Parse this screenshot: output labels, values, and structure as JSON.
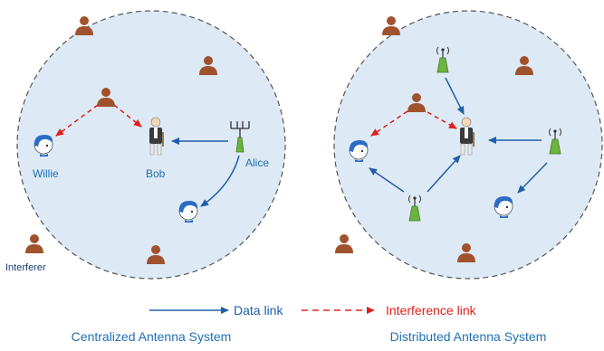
{
  "left_panel": {
    "caption": "Centralized Antenna System",
    "labels": {
      "willie": "Willie",
      "bob": "Bob",
      "alice": "Alice",
      "interferer": "Interferer"
    }
  },
  "right_panel": {
    "caption": "Distributed Antenna System"
  },
  "legend": {
    "data_link": "Data link",
    "interference_link": "Interference link"
  },
  "colors": {
    "circle_fill": "#dde9f4",
    "data_link": "#1f5ea8",
    "interference_link": "#e0201b",
    "person": "#a0522d",
    "antenna": "#6db33f",
    "text_blue": "#1f6fb5"
  }
}
